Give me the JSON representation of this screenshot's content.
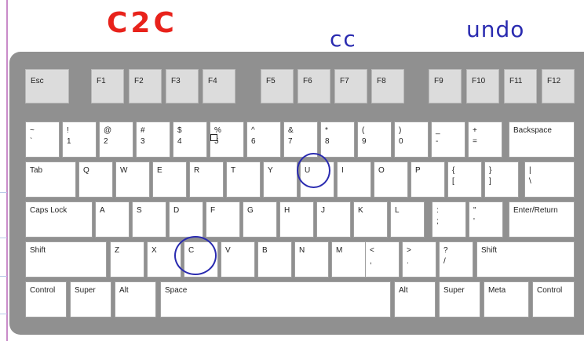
{
  "annotations": {
    "c2c": "C2C",
    "cc": "cc",
    "undo": "undo"
  },
  "keyboard": {
    "function_row": [
      "Esc",
      "F1",
      "F2",
      "F3",
      "F4",
      "F5",
      "F6",
      "F7",
      "F8",
      "F9",
      "F10",
      "F11",
      "F12"
    ],
    "number_row": [
      "~\n`",
      "!\n1",
      "@\n2",
      "#\n3",
      "$\n4",
      "%\n5",
      "^\n6",
      "&\n7",
      "*\n8",
      "(\n9",
      ")\n0",
      "_\n-",
      "+\n=",
      "Backspace"
    ],
    "top_row": [
      "Tab",
      "Q",
      "W",
      "E",
      "R",
      "T",
      "Y",
      "U",
      "I",
      "O",
      "P",
      "{\n[",
      "}\n]",
      "|\n\\"
    ],
    "home_row": [
      "Caps Lock",
      "A",
      "S",
      "D",
      "F",
      "G",
      "H",
      "J",
      "K",
      "L",
      ":\n;",
      "\"\n'",
      "Enter/Return"
    ],
    "bottom_row": [
      "Shift",
      "Z",
      "X",
      "C",
      "V",
      "B",
      "N",
      "M",
      "<\n,",
      ">\n.",
      "?\n/",
      "Shift"
    ],
    "space_row": [
      "Control",
      "Super",
      "Alt",
      "Space",
      "Alt",
      "Super",
      "Meta",
      "Control"
    ]
  },
  "colors": {
    "red_ink": "#e8221b",
    "blue_ink": "#2a2bb0",
    "board": "#909090"
  },
  "circled_keys": [
    "U",
    "C"
  ]
}
